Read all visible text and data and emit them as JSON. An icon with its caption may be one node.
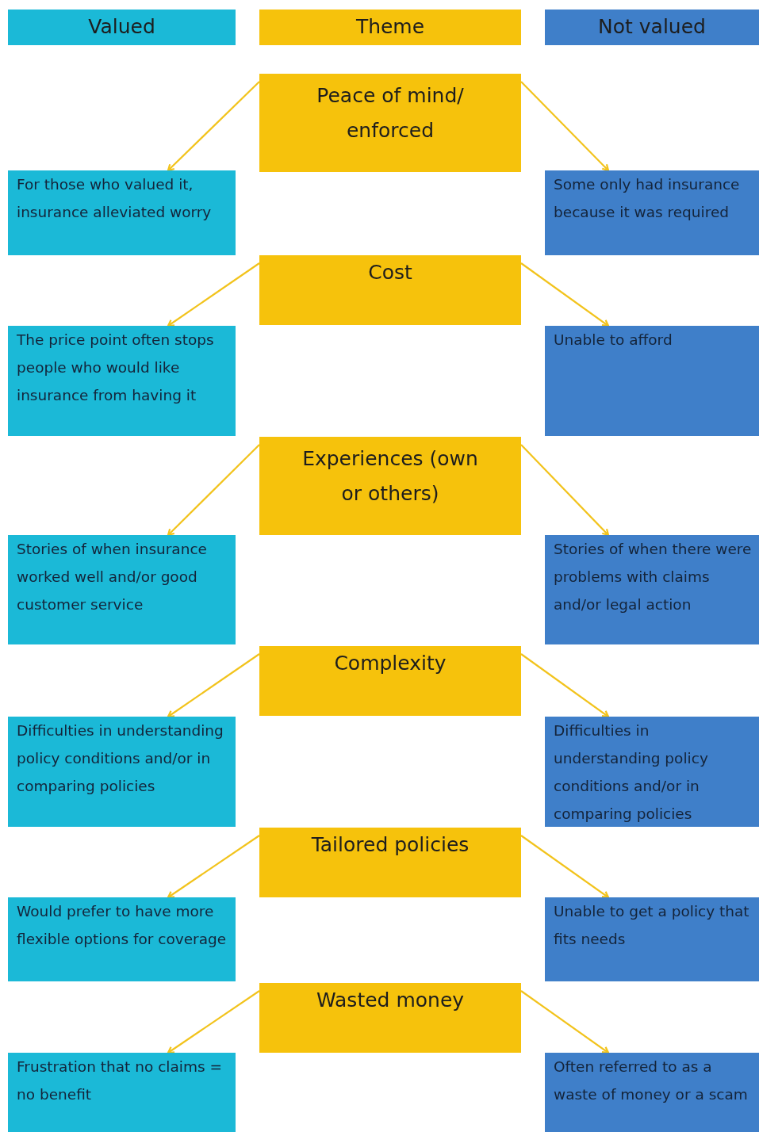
{
  "diagram": {
    "nodes": [
      {
        "text": [
          "Valued"
        ]
      },
      {
        "text": [
          "Theme"
        ]
      },
      {
        "text": [
          "Not valued"
        ]
      },
      {
        "text": [
          "Peace of mind/ enforced"
        ]
      },
      {
        "text": [
          "For those who valued it, insurance alleviated worry"
        ]
      },
      {
        "text": [
          "Some only had insurance because it was required"
        ]
      },
      {
        "text": [
          "Cost"
        ]
      },
      {
        "text": [
          "The price point often stops people who would like insurance from having it"
        ]
      },
      {
        "text": [
          "Unable to afford"
        ]
      },
      {
        "text": [
          "Experiences (own or others)"
        ]
      },
      {
        "text": [
          "Stories of when insurance worked well and/or good customer service"
        ]
      },
      {
        "text": [
          "Stories of when there were problems with claims and/or legal action"
        ]
      },
      {
        "text": [
          "Complexity"
        ]
      },
      {
        "text": [
          "Difficulties in understanding policy conditions and/or in comparing policies"
        ]
      },
      {
        "text": [
          "Difficulties in understanding policy conditions and/or in comparing policies"
        ]
      },
      {
        "text": [
          "Tailored policies"
        ]
      },
      {
        "text": [
          "Would prefer to have more flexible options for coverage"
        ]
      },
      {
        "text": [
          "Unable to get a policy that fits needs"
        ]
      },
      {
        "text": [
          "Wasted money"
        ]
      },
      {
        "text": [
          "Frustration that no claims = no benefit"
        ]
      },
      {
        "text": [
          "Often referred to as a waste of money or a scam"
        ]
      }
    ],
    "edges": [
      {
        "from": 3,
        "to": 4,
        "arrow": "to"
      },
      {
        "from": 3,
        "to": 5,
        "arrow": "to"
      },
      {
        "from": 6,
        "to": 7,
        "arrow": "to"
      },
      {
        "from": 6,
        "to": 8,
        "arrow": "to"
      },
      {
        "from": 9,
        "to": 10,
        "arrow": "to"
      },
      {
        "from": 9,
        "to": 11,
        "arrow": "to"
      },
      {
        "from": 12,
        "to": 13,
        "arrow": "to"
      },
      {
        "from": 12,
        "to": 14,
        "arrow": "to"
      },
      {
        "from": 15,
        "to": 16,
        "arrow": "to"
      },
      {
        "from": 15,
        "to": 17,
        "arrow": "to"
      },
      {
        "from": 18,
        "to": 19,
        "arrow": "to"
      },
      {
        "from": 18,
        "to": 20,
        "arrow": "to"
      }
    ]
  }
}
